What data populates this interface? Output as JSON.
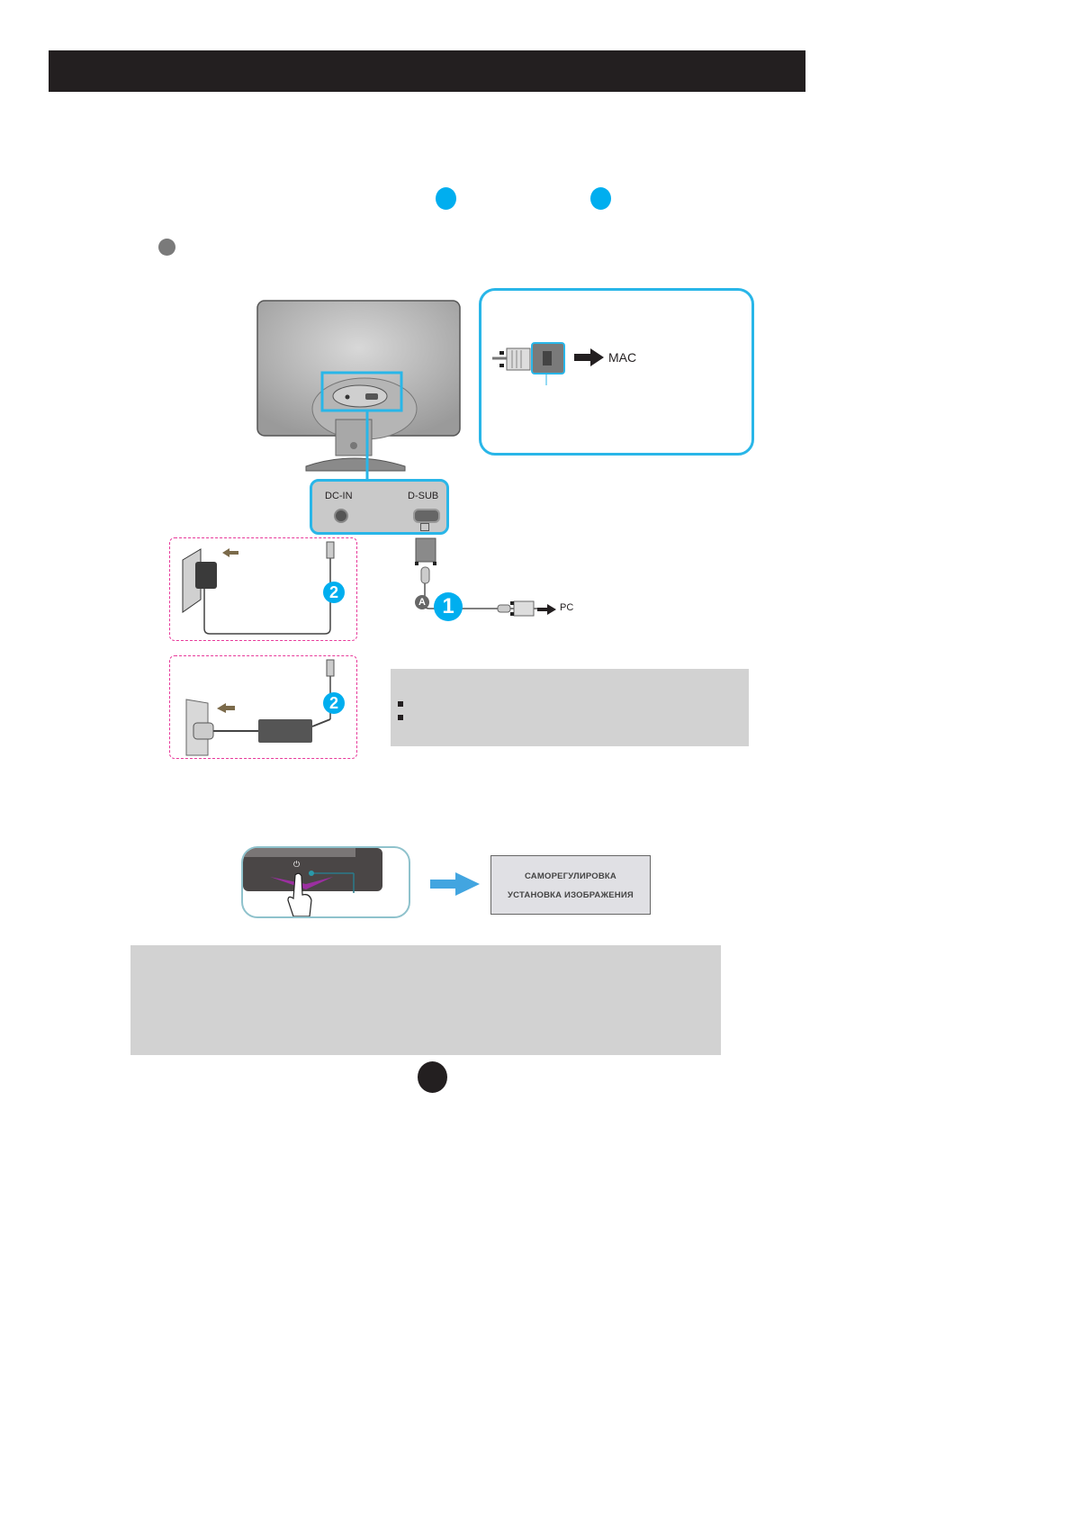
{
  "page": {
    "header_bar_text": "",
    "colors": {
      "header": "#231f20",
      "accent_blue": "#00aeef",
      "callout_border": "#29b6e8",
      "dashed_pink": "#e8399a",
      "note_gray": "#d2d2d2",
      "marker_gray": "#7a7a7a"
    }
  },
  "markers": {
    "blue_marker_1": "",
    "blue_marker_2": "",
    "gray_marker": "",
    "black_marker": ""
  },
  "diagram": {
    "mac_callout": {
      "arrow_label": "MAC"
    },
    "port_panel": {
      "dc_in_label": "DC-IN",
      "d_sub_label": "D-SUB"
    },
    "signal_cable": {
      "step_number": "1",
      "cable_letter": "A",
      "destination_label": "PC"
    },
    "power_adapter_wall": {
      "step_number": "2"
    },
    "power_adapter_brick": {
      "step_number": "2"
    }
  },
  "note_box_small": {
    "bullets": [
      "",
      ""
    ]
  },
  "power_button_illustration": {
    "power_icon": "power-icon"
  },
  "osd_message": {
    "line1": "САМОРЕГУЛИРОВКА",
    "line2": "УСТАНОВКА  ИЗОБРАЖЕНИЯ"
  },
  "note_box_large": {
    "text": ""
  }
}
